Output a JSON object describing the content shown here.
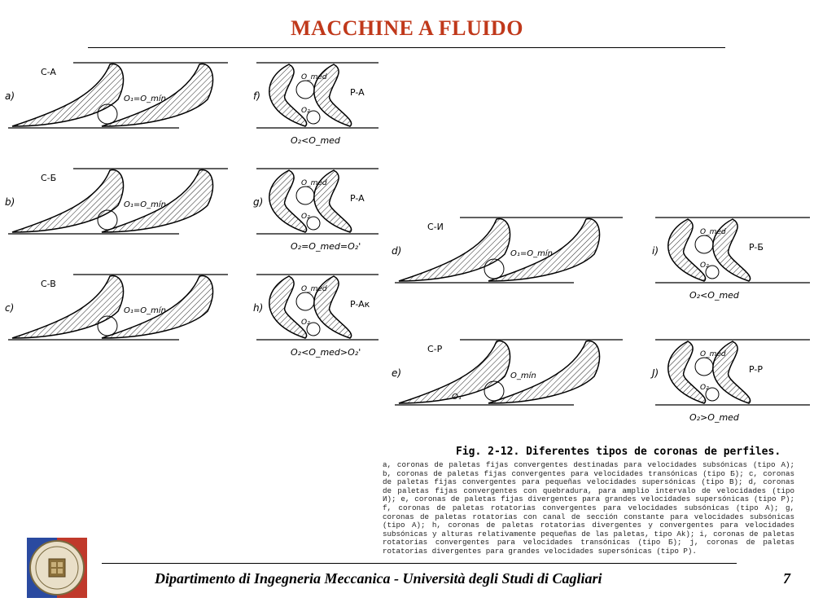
{
  "header": {
    "title": "MACCHINE A FLUIDO",
    "title_color": "#c0391b"
  },
  "figure": {
    "panels": [
      {
        "letter": "a)",
        "label": "C-A",
        "relation": "O₁=O_mín",
        "bottom": ""
      },
      {
        "letter": "b)",
        "label": "C-Б",
        "relation": "O₁=O_mín",
        "bottom": ""
      },
      {
        "letter": "c)",
        "label": "C-B",
        "relation": "O₁=O_mín",
        "bottom": ""
      },
      {
        "letter": "d)",
        "label": "C-И",
        "relation": "O₁=O_mín",
        "bottom": ""
      },
      {
        "letter": "e)",
        "label": "C-P",
        "relation": "O_mín",
        "sub": "O₁",
        "bottom": ""
      },
      {
        "letter": "f)",
        "label": "P-A",
        "relation": "O_med",
        "sub": "O₂",
        "bottom": "O₂<O_med"
      },
      {
        "letter": "g)",
        "label": "P-A",
        "relation": "O_med",
        "sub": "O₂",
        "bottom": "O₂=O_med=O₂'"
      },
      {
        "letter": "h)",
        "label": "P-Aк",
        "relation": "O_med",
        "sub": "O₂",
        "bottom": "O₂<O_med>O₂'"
      },
      {
        "letter": "i)",
        "label": "P-Б",
        "relation": "O_med",
        "sub": "O₂",
        "bottom": "O₂<O_med"
      },
      {
        "letter": "J)",
        "label": "P-P",
        "relation": "O_med",
        "sub": "O₂",
        "bottom": "O₂>O_med"
      }
    ]
  },
  "caption": {
    "title": "Fig. 2-12. Diferentes tipos de coronas de perfiles.",
    "text": "a, coronas de paletas fijas convergentes destinadas para velocidades subsónicas (tipo A); b, coronas de paletas fijas convergentes para velocidades transónicas (tipo Б); c, coronas de paletas fijas convergentes para pequeñas velocidades supersónicas (tipo B); d, coronas de paletas fijas convergentes con quebradura, para amplio intervalo de velocidades (tipo И); e, coronas de paletas fijas divergentes para grandes velocidades supersónicas (tipo P); f, coronas de paletas rotatorias convergentes para velocidades subsónicas (tipo A); g, coronas de paletas rotatorias con canal de sección constante para velocidades subsónicas (tipo A); h, coronas de paletas rotatorias divergentes y convergentes para velocidades subsónicas y alturas relativamente pequeñas de las paletas, tipo Ak); i, coronas de paletas rotatorias convergentes para velocidades transónicas (tipo Б); j, coronas de paletas rotatorias divergentes para grandes velocidades supersónicas (tipo P)."
  },
  "footer": {
    "text": "Dipartimento di Ingegneria Meccanica - Università degli Studi di Cagliari",
    "page": "7"
  },
  "logo": {
    "icon": "university-seal-icon",
    "bg_left": "#2a4aa0",
    "bg_right": "#c0392b"
  }
}
